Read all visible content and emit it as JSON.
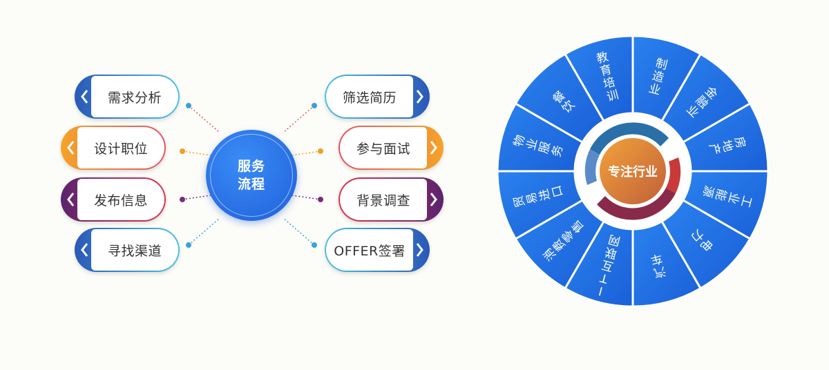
{
  "process": {
    "hub_line1": "服务",
    "hub_line2": "流程",
    "left_steps": [
      "需求分析",
      "设计职位",
      "发布信息",
      "寻找渠道"
    ],
    "right_steps": [
      "筛选简历",
      "参与面试",
      "背景调查",
      "OFFER签署"
    ]
  },
  "industries": {
    "center_label": "专注行业",
    "sectors": [
      "制造业",
      "金融业",
      "房地产",
      "工业能源",
      "电力",
      "汽车",
      "IT互联网",
      "消费零售",
      "贸易进口",
      "物业服务",
      "餐饮",
      "教育培训"
    ]
  },
  "colors": {
    "blue": "#1f6fe6",
    "orange": "#f0a020",
    "purple": "#7a2a7e",
    "wheel": "#1f6fe6"
  },
  "icons": [
    "chevron-left-icon",
    "chevron-right-icon",
    "handshake-icon"
  ]
}
